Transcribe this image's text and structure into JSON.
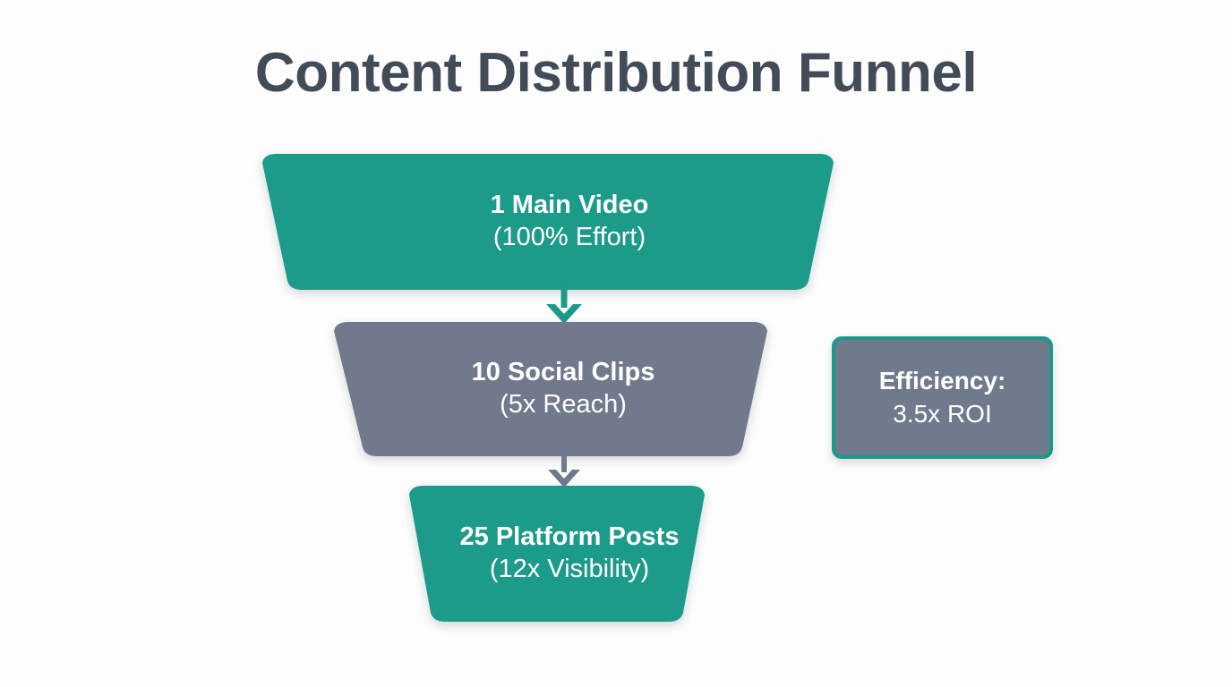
{
  "title": "Content Distribution Funnel",
  "theme": {
    "background": "#fdfdfd",
    "title_color": "#414c58",
    "teal": "#1a9a8a",
    "gray": "#6f7a8c",
    "text_on_shape": "#ffffff"
  },
  "funnel": {
    "stages": [
      {
        "primary": "1 Main Video",
        "secondary": "(100% Effort)",
        "color": "#1a9a8a",
        "count": 1,
        "metric": "100% Effort"
      },
      {
        "primary": "10 Social Clips",
        "secondary": "(5x Reach)",
        "color": "#6f7a8c",
        "count": 10,
        "metric": "5x Reach"
      },
      {
        "primary": "25 Platform Posts",
        "secondary": "(12x Visibility)",
        "color": "#1a9a8a",
        "count": 25,
        "metric": "12x Visibility"
      }
    ],
    "connectors": [
      {
        "color": "#1a9a8a",
        "direction": "down"
      },
      {
        "color": "#6f7a8c",
        "direction": "down"
      }
    ]
  },
  "callout": {
    "title": "Efficiency:",
    "value": "3.5x ROI",
    "fill": "#6f7a8c",
    "border": "#1a9a8a"
  },
  "chart_data": {
    "type": "funnel",
    "title": "Content Distribution Funnel",
    "categories": [
      "1 Main Video",
      "10 Social Clips",
      "25 Platform Posts"
    ],
    "values": [
      1,
      10,
      25
    ],
    "stage_sublabels": [
      "(100% Effort)",
      "(5x Reach)",
      "(12x Visibility)"
    ],
    "stage_colors": [
      "#1a9a8a",
      "#6f7a8c",
      "#1a9a8a"
    ],
    "annotations": [
      "Efficiency:",
      "3.5x ROI"
    ],
    "legend": "none",
    "grid": false
  }
}
